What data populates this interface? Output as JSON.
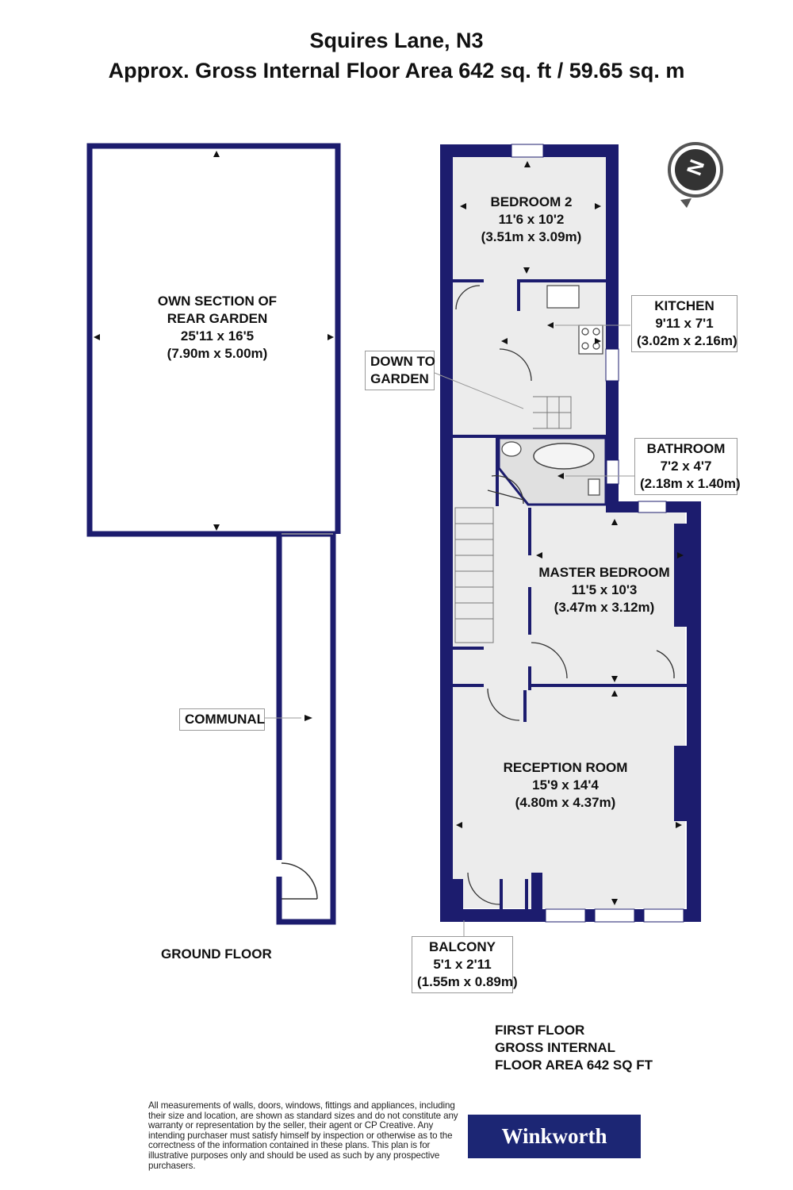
{
  "header": {
    "title": "Squires Lane, N3",
    "subtitle": "Approx. Gross Internal Floor Area 642 sq. ft / 59.65 sq. m"
  },
  "rooms": {
    "bedroom2": {
      "name": "BEDROOM 2",
      "imperial": "11'6 x 10'2",
      "metric": "(3.51m x 3.09m)"
    },
    "garden": {
      "name_line1": "OWN SECTION OF",
      "name_line2": "REAR GARDEN",
      "imperial": "25'11 x 16'5",
      "metric": "(7.90m x 5.00m)"
    },
    "kitchen": {
      "name": "KITCHEN",
      "imperial": "9'11 x 7'1",
      "metric": "(3.02m x 2.16m)"
    },
    "down_to_garden": {
      "line1": "DOWN TO",
      "line2": "GARDEN"
    },
    "bathroom": {
      "name": "BATHROOM",
      "imperial": "7'2 x 4'7",
      "metric": "(2.18m x 1.40m)"
    },
    "master_bedroom": {
      "name": "MASTER BEDROOM",
      "imperial": "11'5 x 10'3",
      "metric": "(3.47m x 3.12m)"
    },
    "communal": {
      "name": "COMMUNAL"
    },
    "reception": {
      "name": "RECEPTION ROOM",
      "imperial": "15'9 x 14'4",
      "metric": "(4.80m x 4.37m)"
    },
    "balcony": {
      "name": "BALCONY",
      "imperial": "5'1 x 2'11",
      "metric": "(1.55m x 0.89m)"
    }
  },
  "floors": {
    "ground": "GROUND FLOOR",
    "first_line1": "FIRST FLOOR",
    "first_line2": "GROSS INTERNAL",
    "first_line3": "FLOOR AREA 642 SQ FT"
  },
  "compass": {
    "letter": "N",
    "icon": "compass-north-icon"
  },
  "footer": {
    "disclaimer": "All measurements of walls, doors, windows, fittings and appliances, including their size and location, are shown as standard sizes and do not constitute any warranty or representation by the seller, their agent or CP Creative. Any intending purchaser must satisfy himself by inspection or otherwise as to the correctness of the information contained in these plans. This plan is for illustrative purposes only and should be used as such by any prospective purchasers.",
    "brand": "Winkworth"
  },
  "colors": {
    "wall": "#1c1c6e",
    "floor": "#ececec",
    "logo_bg": "#1c2674"
  }
}
